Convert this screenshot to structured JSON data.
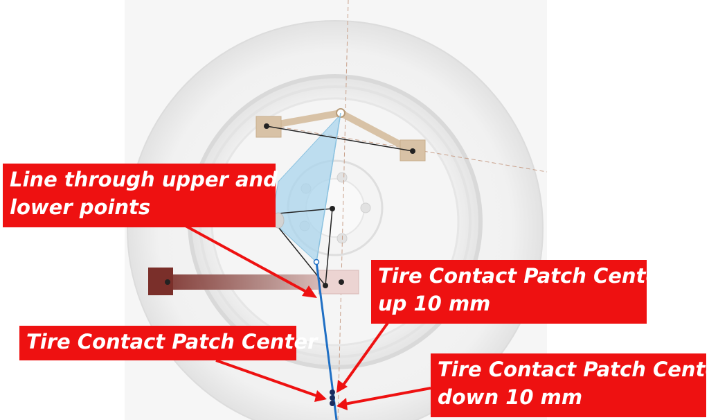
{
  "callouts": {
    "line_through": {
      "line1": "Line through upper and",
      "line2": "lower points"
    },
    "contact_up": {
      "line1": "Tire Contact Patch Center",
      "line2": "up 10 mm"
    },
    "contact_center": {
      "line1": "Tire Contact Patch Center"
    },
    "contact_down": {
      "line1": "Tire Contact Patch Center",
      "line2": "down 10 mm"
    }
  },
  "colors": {
    "callout_fill": "#ee1111",
    "callout_text": "#ffffff",
    "steering_axis": "#1f6fc4",
    "arm_tan": "#d8c2a6",
    "tie_rod": "#7a2f2a",
    "upright_fill": "#a9d4ec"
  }
}
